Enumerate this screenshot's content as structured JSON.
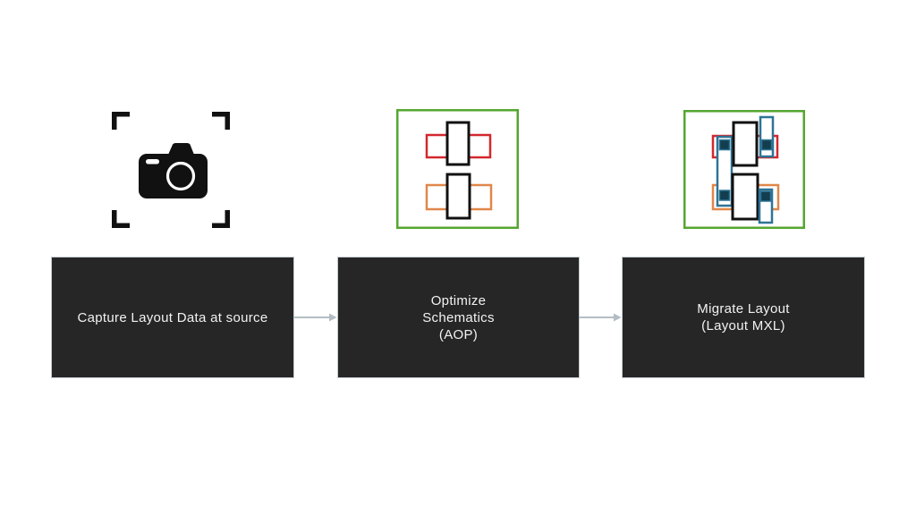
{
  "diagram": {
    "kind": "process-flow",
    "steps": [
      {
        "name": "capture",
        "icon": "camera-capture-icon",
        "lines": [
          "Capture Layout Data at source"
        ]
      },
      {
        "name": "optimize",
        "icon": "schematic-optimize-icon",
        "lines": [
          "Optimize",
          "Schematics",
          "(AOP)"
        ]
      },
      {
        "name": "migrate",
        "icon": "layout-migrate-icon",
        "lines": [
          "Migrate Layout",
          "(Layout MXL)"
        ]
      }
    ],
    "connectors": [
      {
        "from": "capture",
        "to": "optimize",
        "style": "right-arrow"
      },
      {
        "from": "optimize",
        "to": "migrate",
        "style": "right-arrow"
      }
    ]
  },
  "colors": {
    "background": "#ffffff",
    "box_bg": "#262626",
    "box_text": "#f2f2f2",
    "box_border": "#c3cbcf",
    "arrow": "#b3bdc3",
    "green": "#55a630",
    "red": "#d2282e",
    "orange": "#e0874a",
    "blue": "#2e7396",
    "teal": "#123e4f",
    "black": "#111111"
  }
}
